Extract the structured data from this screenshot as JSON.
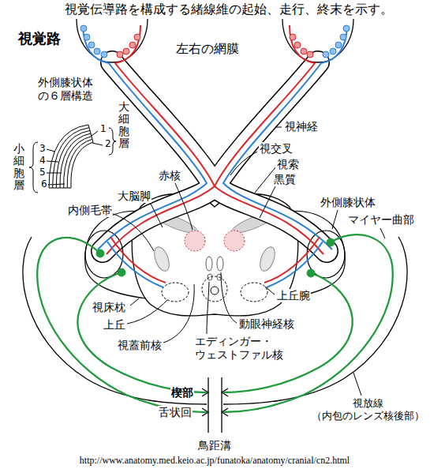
{
  "diagram": {
    "title": "視覚伝導路を構成する緒線維の起始、走行、終末を示す。",
    "caption": "http://www.anatomy.med.keio.ac.jp/funatoka/anatomy/cranial/cn2.html",
    "labels": [
      "視覚路",
      "左右の網膜",
      "外側膝状体 の６層構造",
      "大細胞層",
      "1",
      "2",
      "小細胞層",
      "3",
      "4",
      "5",
      "6",
      "視神経",
      "視交叉",
      "視索",
      "黒質",
      "赤核",
      "大脳脚",
      "内側毛帯",
      "外側膝状体",
      "マイヤー曲部",
      "上丘腕",
      "視床枕",
      "上丘",
      "視蓋前核",
      "動眼神経核",
      "エディンガー・ ウェストファル核",
      "楔部",
      "舌状回",
      "視放線 （内包のレンズ核後部）",
      "鳥距溝"
    ]
  }
}
